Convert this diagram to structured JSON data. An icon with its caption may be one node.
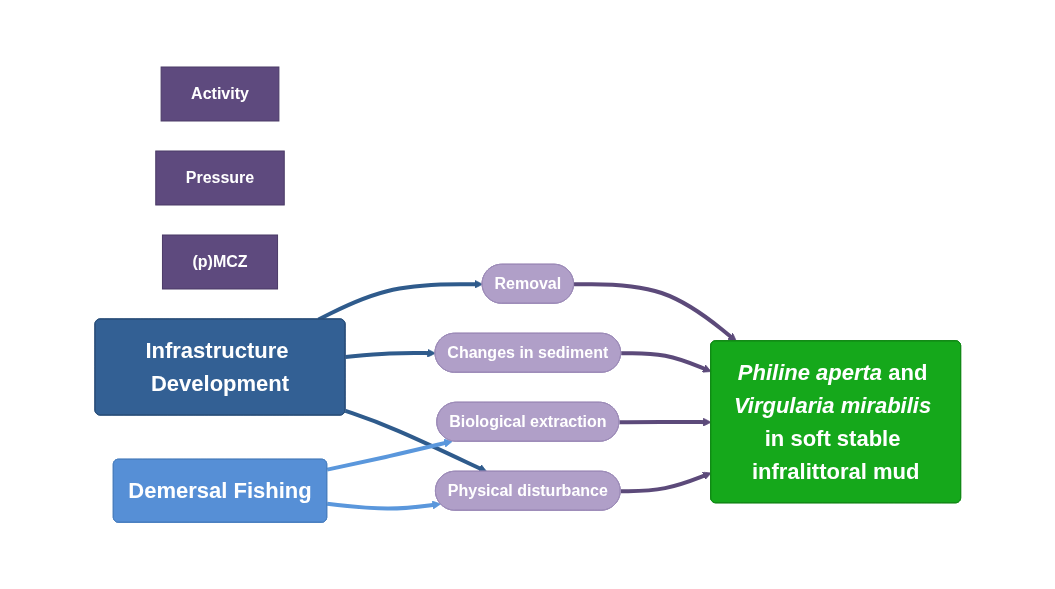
{
  "diagram": {
    "nodes": [
      {
        "text": [
          "Activity"
        ]
      },
      {
        "text": [
          "Pressure"
        ]
      },
      {
        "text": [
          "(p)MCZ"
        ]
      },
      {
        "text": [
          "Infrastructure Development"
        ]
      },
      {
        "text": [
          "Demersal Fishing"
        ]
      },
      {
        "text": [
          "Removal"
        ]
      },
      {
        "text": [
          "Biological extraction"
        ]
      },
      {
        "text": [
          "Changes in sediment"
        ]
      },
      {
        "text": [
          "Physical disturbance"
        ]
      },
      {
        "text": [
          "*Philine aperta* and *Virgularia mirabilis* in soft stable infralittoral mud"
        ]
      }
    ],
    "edges": [
      {
        "from": 3,
        "to": 5,
        "arrow": "to",
        "color": "#2f5b8c"
      },
      {
        "from": 3,
        "to": 7,
        "arrow": "to",
        "color": "#2f5b8c"
      },
      {
        "from": 3,
        "to": 8,
        "arrow": "to",
        "color": "#2f5b8c"
      },
      {
        "from": 4,
        "to": 6,
        "arrow": "to",
        "color": "#5a97dc"
      },
      {
        "from": 4,
        "to": 8,
        "arrow": "to",
        "color": "#5a97dc"
      },
      {
        "from": 5,
        "to": 9,
        "arrow": "to"
      },
      {
        "from": 6,
        "to": 9,
        "arrow": "to"
      },
      {
        "from": 7,
        "to": 9,
        "arrow": "to"
      },
      {
        "from": 8,
        "to": 9,
        "arrow": "to"
      }
    ]
  }
}
